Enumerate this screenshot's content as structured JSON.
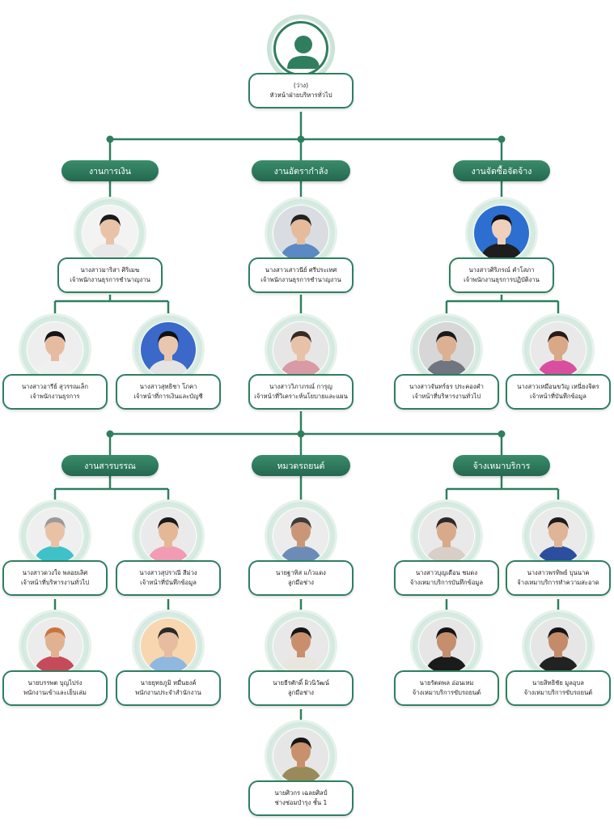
{
  "head": {
    "line1": "(ว่าง)",
    "line2": "หัวหน้าฝ่ายบริหารทั่วไป"
  },
  "departments": {
    "finance": "งานการเงิน",
    "personnel": "งานอัตรากำลัง",
    "procurement": "งานจัดซื้อจัดจ้าง",
    "documents": "งานสารบรรณ",
    "vehicles": "หมวดรถยนต์",
    "outsource": "จ้างเหมาบริการ"
  },
  "people": {
    "finance_lead": {
      "name": "นางสาวมาริสา ศิริเมฆ",
      "role": "เจ้าพนักงานธุรการชำนาญงาน"
    },
    "finance_1": {
      "name": "นางสาวอารีย์ สุวรรณเล็ก",
      "role": "เจ้าพนักงานธุรการ"
    },
    "finance_2": {
      "name": "นางสาวสุทธิชา โภคา",
      "role": "เจ้าหน้าที่การเงินและบัญชี"
    },
    "personnel_lead": {
      "name": "นางสาวเสาวนีย์ ศรีประเทศ",
      "role": "เจ้าพนักงานธุรการชำนาญงาน"
    },
    "personnel_1": {
      "name": "นางสาววิภาภรณ์ การุญ",
      "role": "เจ้าหน้าที่วิเคราะห์นโยบายและแผน"
    },
    "procurement_lead": {
      "name": "นางสาวศิริภรณ์ คำโสภา",
      "role": "เจ้าพนักงานธุรการปฏิบัติงาน"
    },
    "procurement_1": {
      "name": "นางสาวจันทร์ธร ประคองคำ",
      "role": "เจ้าหน้าที่บริหารงานทั่วไป"
    },
    "procurement_2": {
      "name": "นางสาวเหมือนขวัญ เหนี่ยงจิตร",
      "role": "เจ้าหน้าที่บันทึกข้อมูล"
    },
    "documents_1": {
      "name": "นางสาวดวงใจ พลอยเลิศ",
      "role": "เจ้าหน้าที่บริหารงานทั่วไป"
    },
    "documents_2": {
      "name": "นางสาวสุปราณี สีม่วง",
      "role": "เจ้าหน้าที่บันทึกข้อมูล"
    },
    "documents_3": {
      "name": "นายบรรพต บุญไปร่ง",
      "role": "พนักงานเข้าและเย็บเล่ม"
    },
    "documents_4": {
      "name": "นายยุทธภูมิ หมื่นยงค์",
      "role": "พนักงานประจำสำนักงาน"
    },
    "vehicles_1": {
      "name": "นายฐาทิส แก้วแดง",
      "role": "ลูกมือช่าง"
    },
    "vehicles_2": {
      "name": "นายธีรศักดิ์ ผิวนิวัฒน์",
      "role": "ลูกมือช่าง"
    },
    "vehicles_3": {
      "name": "นายศิวกร เฉลยศิลป์",
      "role": "ช่างซ่อมบำรุง ชั้น 1"
    },
    "outsource_1": {
      "name": "นางสาวบุญเดือน ชมดง",
      "role": "จ้างเหมาบริการบันทึกข้อมูล"
    },
    "outsource_2": {
      "name": "นางสาวพรทิพย์ บุนนาค",
      "role": "จ้างเหมาบริการทำความสะอาด"
    },
    "outsource_3": {
      "name": "นายรัตดพล อ่อนเหม",
      "role": "จ้างเหมาบริการขับรถยนต์"
    },
    "outsource_4": {
      "name": "นายสิทธิชัย มูลอุบล",
      "role": "จ้างเหมาบริการขับรถยนต์"
    }
  },
  "colors": {
    "primary": "#2f7f5f",
    "ring": "#cfe6dc",
    "connector": "#2f7f5f"
  }
}
